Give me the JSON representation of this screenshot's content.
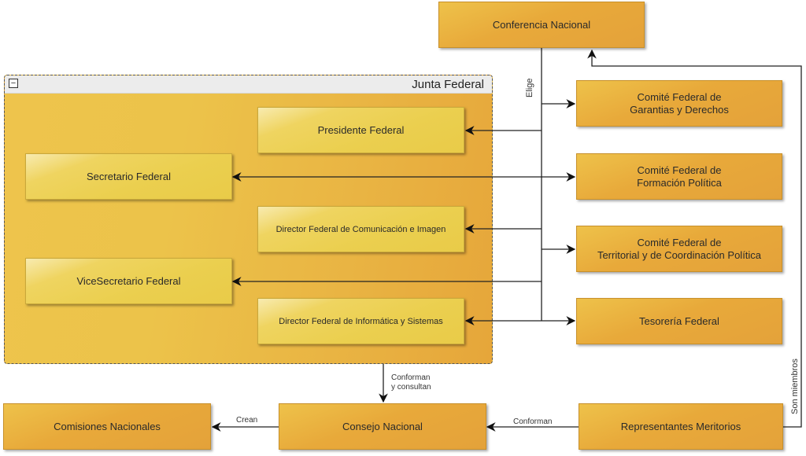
{
  "group": {
    "title": "Junta Federal",
    "collapse_symbol": "−"
  },
  "nodes": {
    "conferencia_nacional": "Conferencia Nacional",
    "presidente_federal": "Presidente Federal",
    "secretario_federal": "Secretario Federal",
    "director_comunicacion": "Director Federal de Comunicación e Imagen",
    "vicesecretario_federal": "ViceSecretario Federal",
    "director_informatica": "Director Federal de Informática y Sistemas",
    "comite_garantias": "Comité Federal  de\nGarantias y Derechos",
    "comite_formacion": "Comité Federal  de\nFormación Política",
    "comite_territorial": "Comité Federal  de\nTerritorial y de Coordinación Política",
    "tesoreria_federal": "Tesorería Federal",
    "comisiones_nacionales": "Comisiones Nacionales",
    "consejo_nacional": "Consejo Nacional",
    "representantes_meritorios": "Representantes Meritorios"
  },
  "edge_labels": {
    "elige": "Elige",
    "conforman_consultan": "Conforman\ny consultan",
    "crean": "Crean",
    "conforman": "Conforman",
    "son_miembros": "Son miembros"
  },
  "colors": {
    "node_orange": "#e8a93a",
    "node_yellow": "#ebcf4f",
    "edge": "#1a1a1a"
  }
}
